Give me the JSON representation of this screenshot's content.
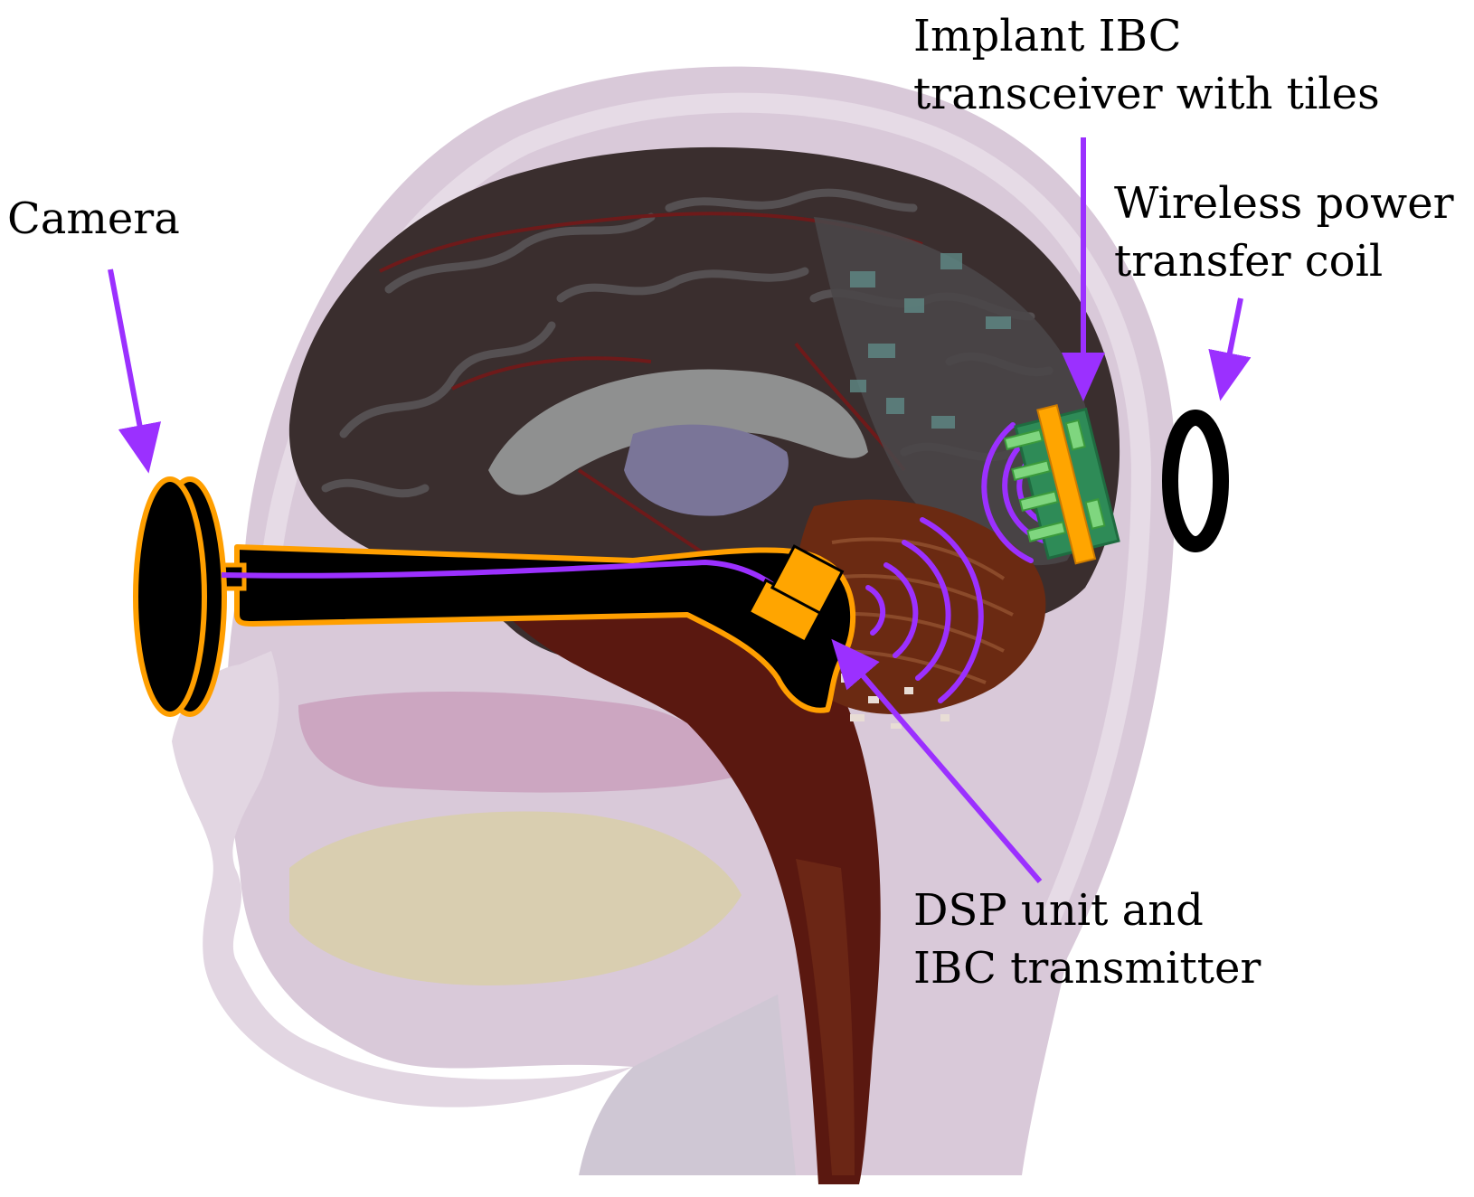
{
  "labels": {
    "camera": [
      "Camera"
    ],
    "implant": [
      "Implant IBC",
      "transceiver with tiles"
    ],
    "wireless_power": [
      "Wireless power",
      "transfer coil"
    ],
    "dsp": [
      "DSP unit and",
      "IBC transmitter"
    ]
  },
  "colors": {
    "arrow": "#9b30ff",
    "device_outline": "#ff9f00",
    "device_fill": "#000000",
    "dsp_chip": "#ffa500",
    "implant_board": "#2e8b57",
    "implant_tile": "#7fd67f",
    "implant_bar": "#ffa500",
    "signal_wave": "#9b30ff",
    "head_tissue": "#d9c9d9",
    "brain_dark": "#3a2e2e",
    "brain_red": "#5a1010",
    "cerebellum": "#6b2a12",
    "brainstem": "#5a1810",
    "coil": "#000000"
  }
}
